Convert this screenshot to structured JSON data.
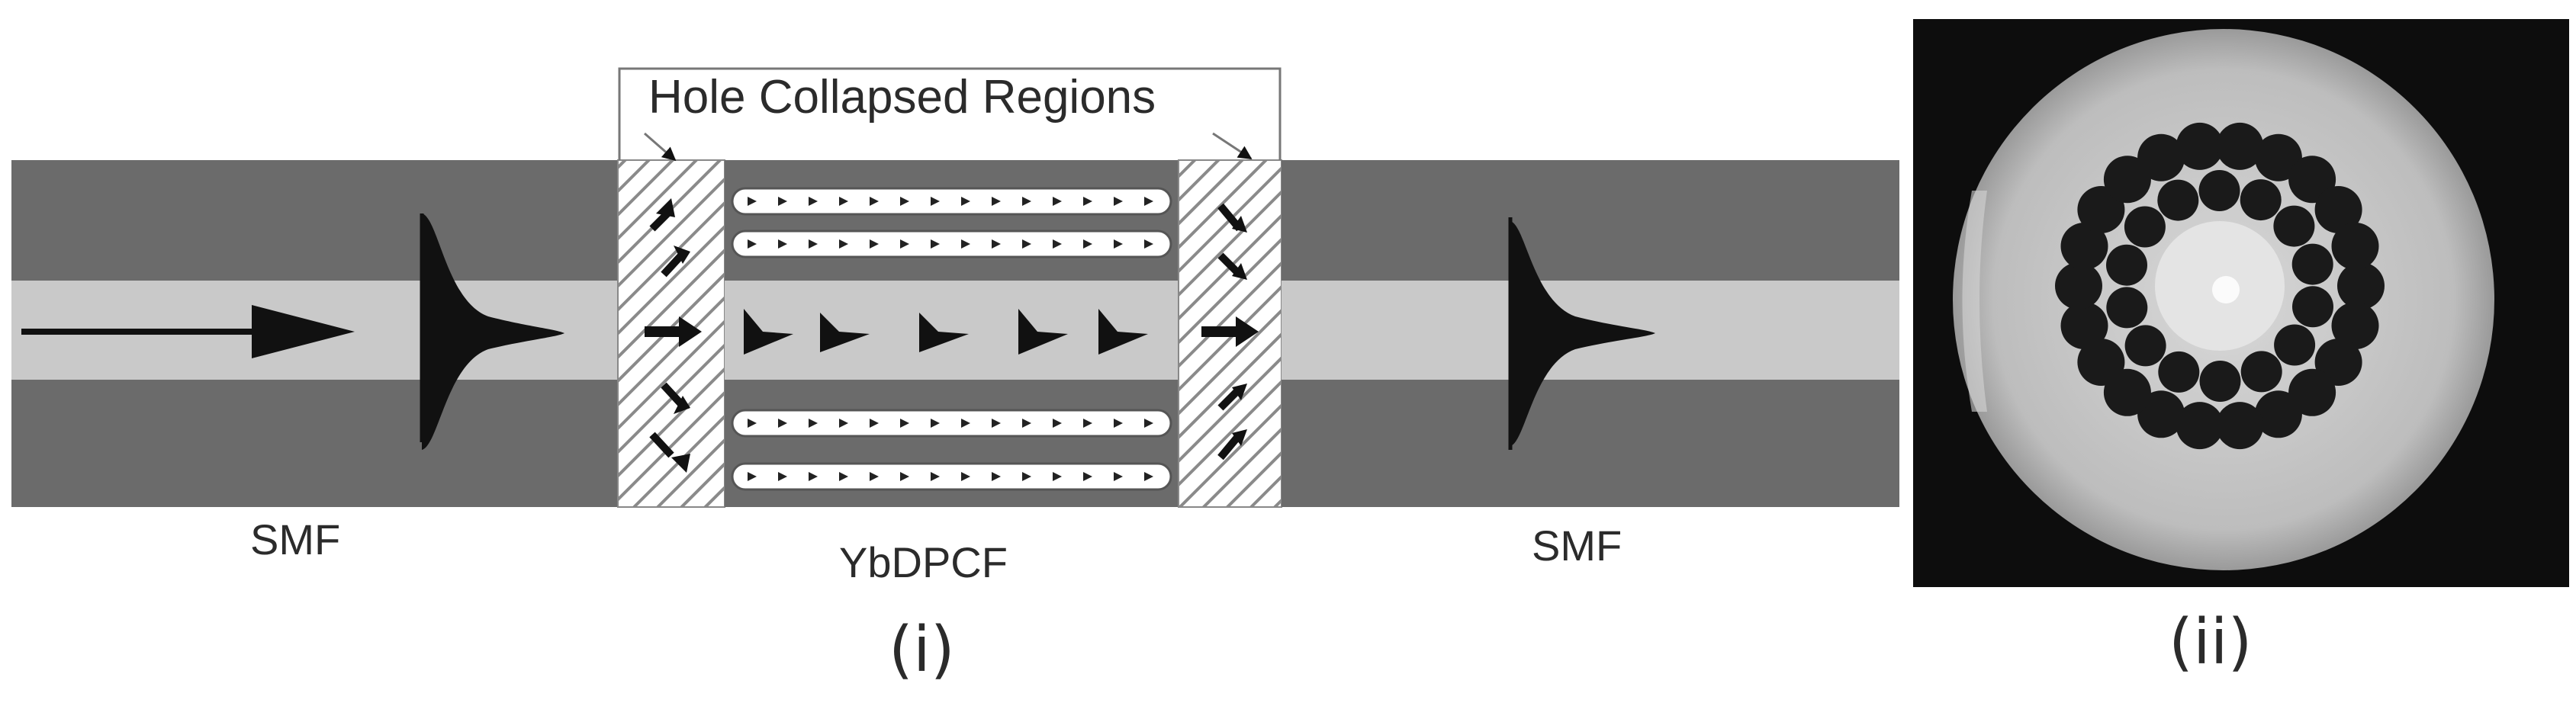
{
  "panel_i": {
    "top_label": "Hole Collapsed Regions",
    "left_label": "SMF",
    "center_label": "YbDPCF",
    "right_label": "SMF",
    "caption": "(i)"
  },
  "panel_ii": {
    "caption": "(ii)"
  },
  "colors": {
    "cladding": "#6b6b6b",
    "core": "#c9c9c9",
    "pulse": "#111111",
    "photo_background": "#0d0d0d",
    "photo_fiber": "#bdbdbd"
  }
}
